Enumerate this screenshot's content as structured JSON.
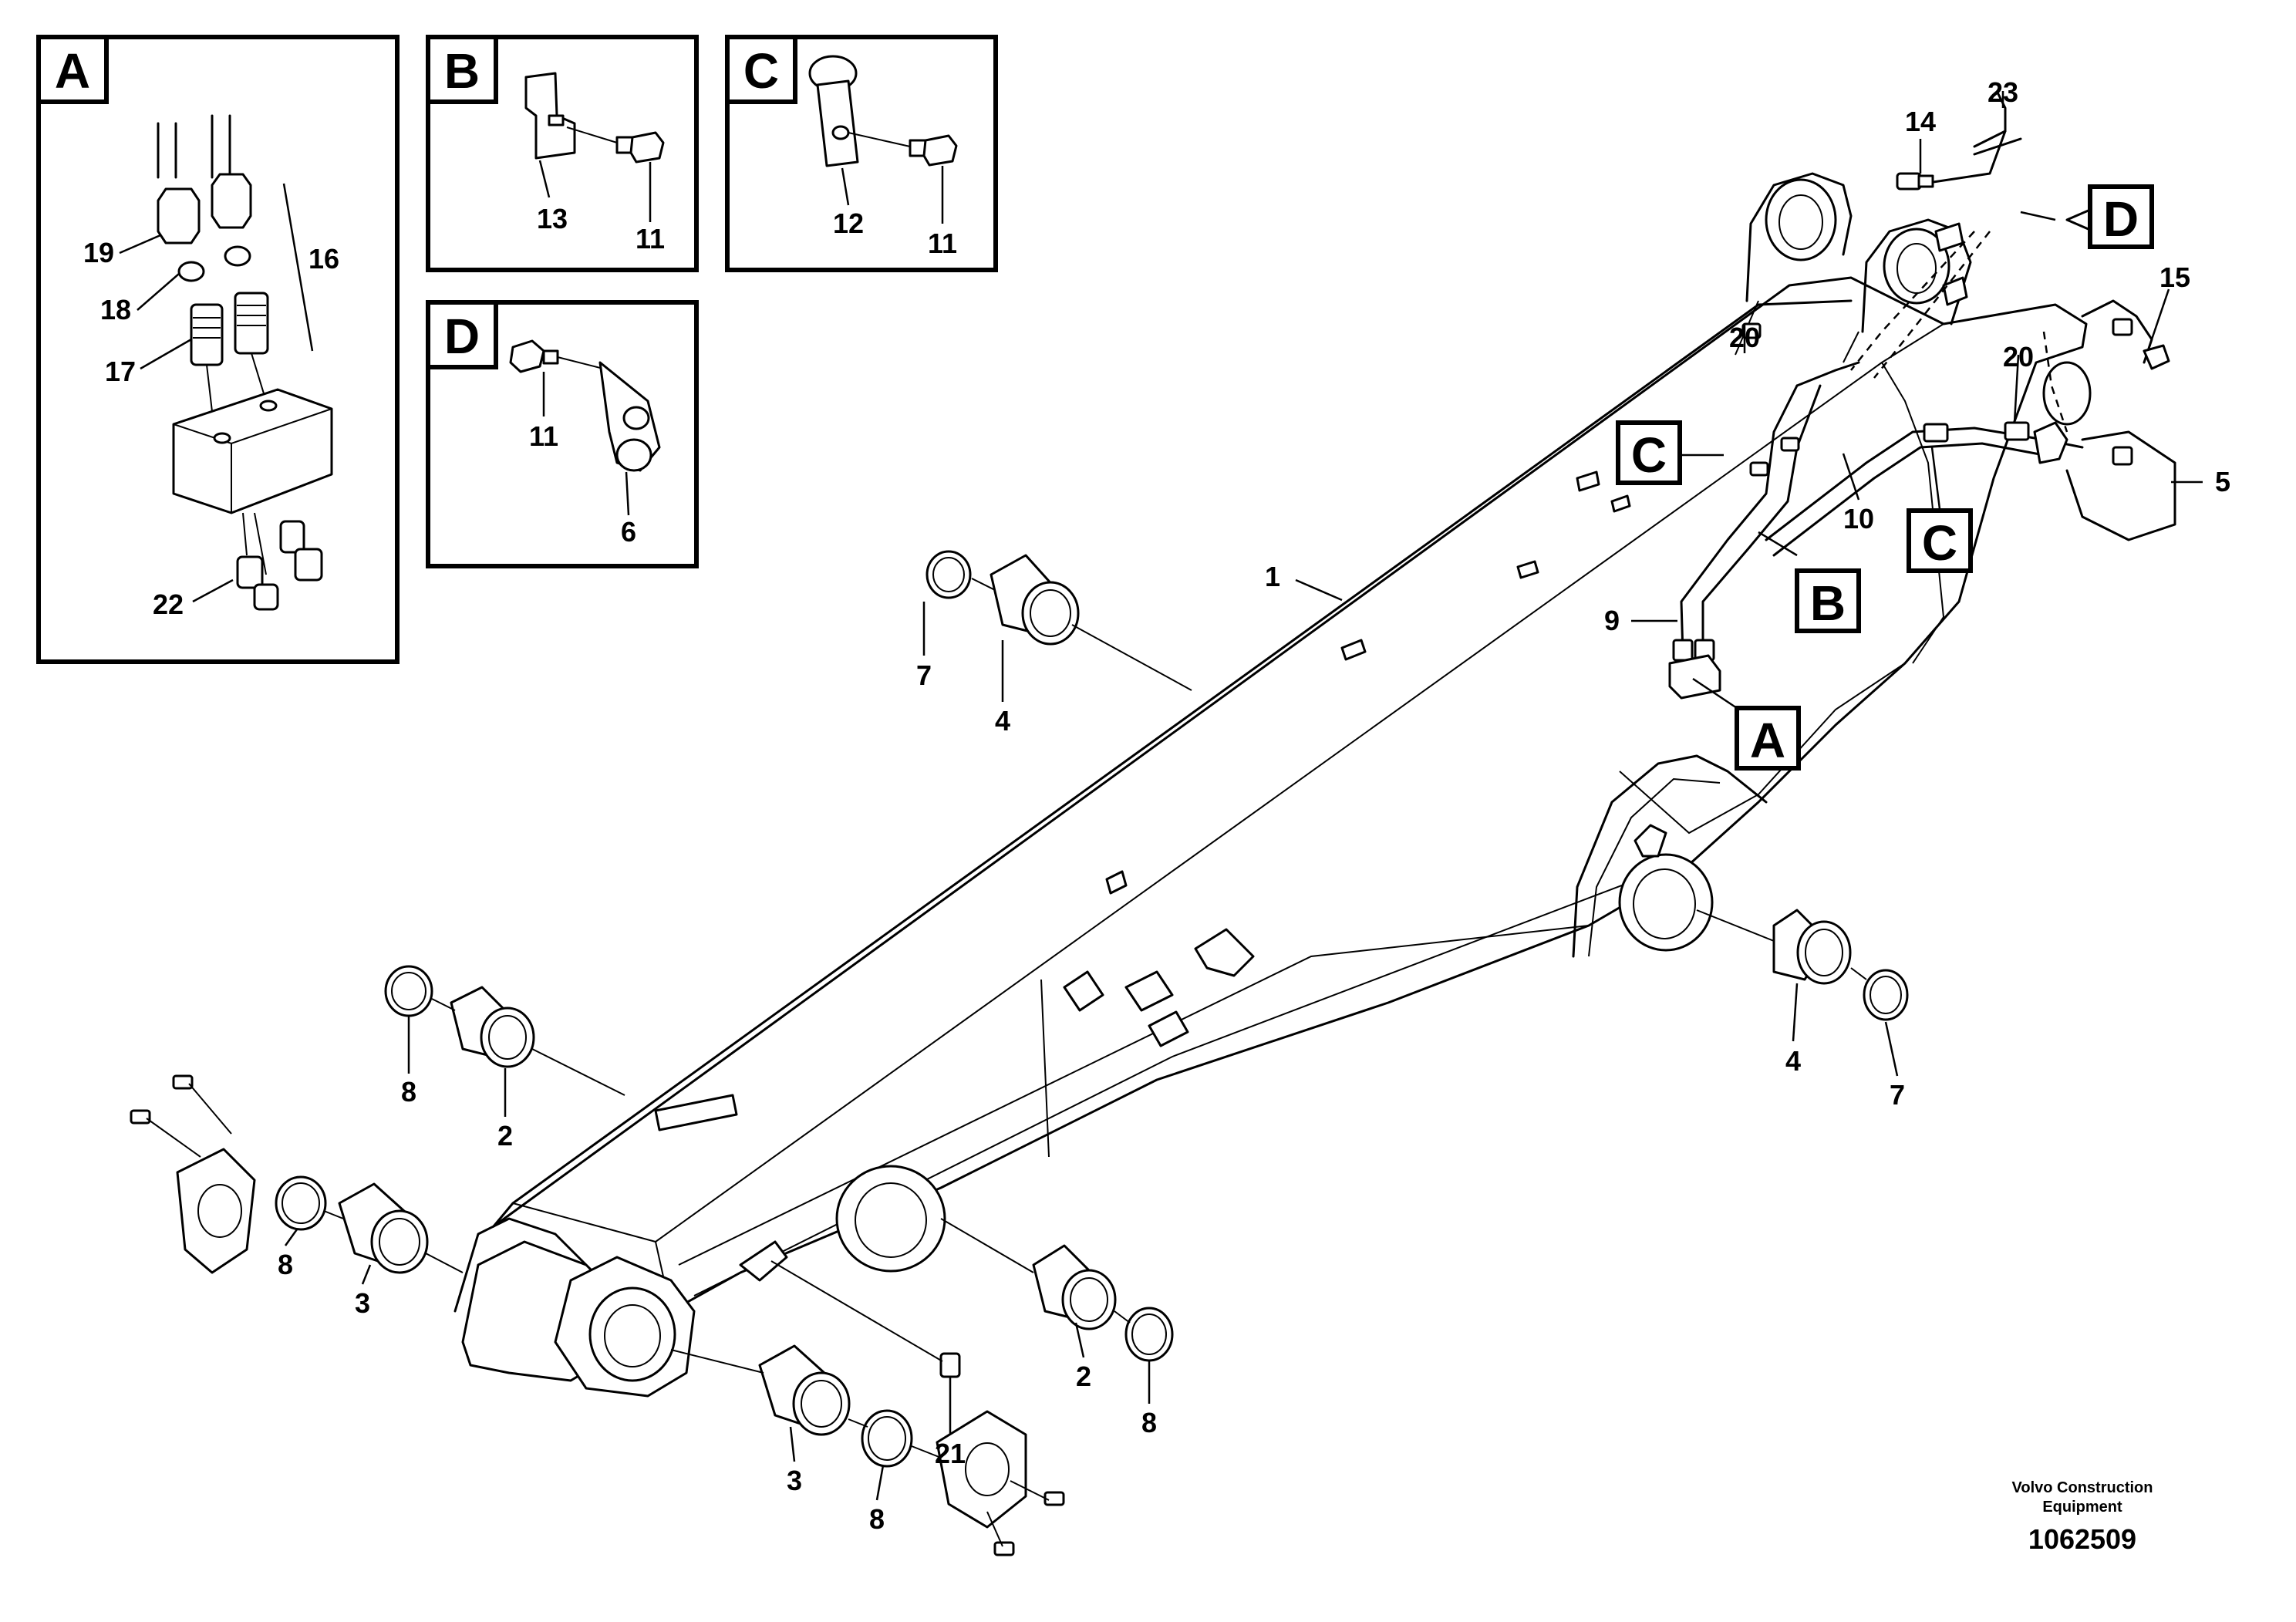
{
  "detail_views": [
    {
      "id": "A",
      "parts": [
        "19",
        "18",
        "17",
        "16",
        "22"
      ]
    },
    {
      "id": "B",
      "parts": [
        "13",
        "11"
      ]
    },
    {
      "id": "C",
      "parts": [
        "12",
        "11"
      ]
    },
    {
      "id": "D",
      "parts": [
        "11",
        "6"
      ]
    }
  ],
  "callouts": [
    "1",
    "2",
    "2",
    "3",
    "3",
    "4",
    "4",
    "5",
    "7",
    "7",
    "8",
    "8",
    "8",
    "8",
    "9",
    "10",
    "14",
    "15",
    "20",
    "20",
    "21",
    "23"
  ],
  "reference_tags": [
    "A",
    "B",
    "C",
    "C",
    "D"
  ],
  "credit": {
    "line1": "Volvo Construction",
    "line2": "Equipment"
  },
  "document_number": "1062509"
}
